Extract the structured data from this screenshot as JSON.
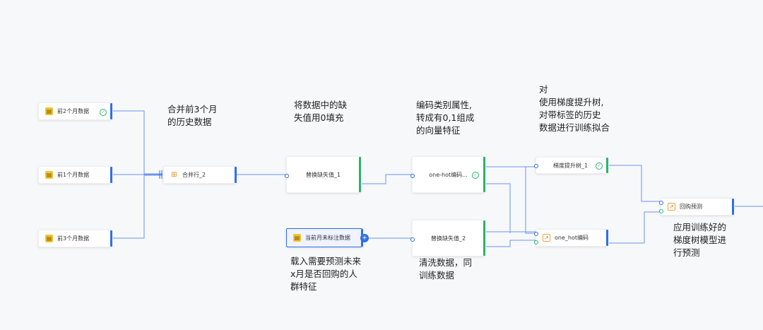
{
  "nodes": {
    "prev2": {
      "label": "前2个月数据",
      "icon": "data-source-icon",
      "status": "success"
    },
    "prev1": {
      "label": "前1个月数据",
      "icon": "data-source-icon"
    },
    "prev3": {
      "label": "前3个月数据",
      "icon": "data-source-icon"
    },
    "merge": {
      "label": "合并行_2",
      "icon": "merge-rows-icon"
    },
    "replace1": {
      "label": "替换缺失值_1"
    },
    "current": {
      "label": "当前月未标注数据",
      "icon": "data-source-icon"
    },
    "onehot1": {
      "label": "one-hot编码...",
      "status": "success"
    },
    "replace2": {
      "label": "替换缺失值_2"
    },
    "gbdt": {
      "label": "梯度提升树_1",
      "status": "success"
    },
    "onehot2": {
      "label": "one_hot编码",
      "icon": "apply-model-icon"
    },
    "predict": {
      "label": "回购预测",
      "icon": "apply-model-icon"
    }
  },
  "notes": {
    "merge": "合并前3个月\n的历史数据",
    "fill": "将数据中的缺\n失值用0填充",
    "encode": "编码类别属性,\n转成有0,1组成\n的向量特征",
    "gbdt": "对\n使用梯度提升树,\n对带标签的历史\n数据进行训练拟合",
    "load": "载入需要预测未来\nx月是否回购的人\n群特征",
    "clean": "清洗数据，同\n训练数据",
    "apply": "应用训练好的\n梯度树模型进\n行预测"
  },
  "colors": {
    "accent": "#2f6fe8",
    "success": "#2bb36a",
    "edge": "#5b8def"
  }
}
